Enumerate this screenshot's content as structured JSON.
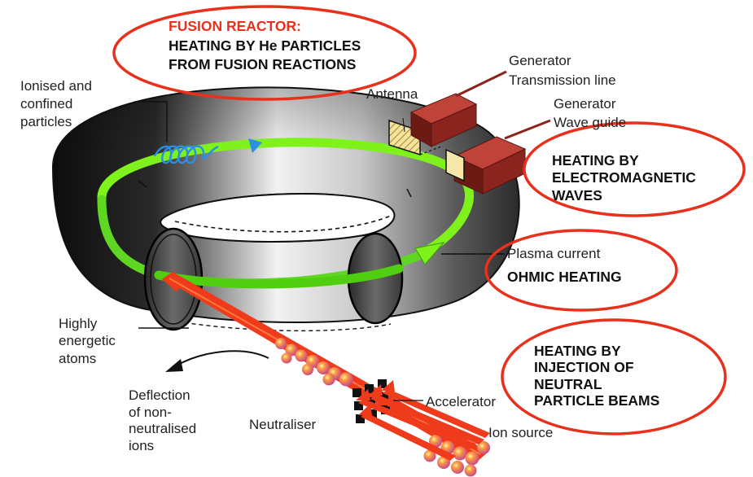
{
  "fusion_reactor": {
    "title": "FUSION REACTOR:",
    "line1": "HEATING BY He PARTICLES",
    "line2": "FROM FUSION REACTIONS"
  },
  "ionised": [
    "Ionised and",
    "confined",
    "particles"
  ],
  "antenna": "Antenna",
  "generator1": [
    "Generator",
    "Transmission line"
  ],
  "generator2": [
    "Generator",
    "Wave guide"
  ],
  "em_waves": [
    "HEATING BY",
    "ELECTROMAGNETIC",
    "WAVES"
  ],
  "plasma_current": "Plasma current",
  "ohmic": "OHMIC HEATING",
  "highly_energetic": [
    "Highly",
    "energetic",
    "atoms"
  ],
  "neutral_beams": [
    "HEATING BY",
    "INJECTION OF",
    "NEUTRAL",
    "PARTICLE BEAMS"
  ],
  "deflection": [
    "Deflection",
    "of non-",
    "neutralised",
    "ions"
  ],
  "neutraliser": "Neutraliser",
  "accelerator": "Accelerator",
  "ion_source": "Ion source",
  "colors": {
    "accent_red": "#e8301c",
    "plasma_green": "#7ef21a",
    "waveguide_red": "#9e2a22",
    "beam_red": "#ef3a1c"
  }
}
